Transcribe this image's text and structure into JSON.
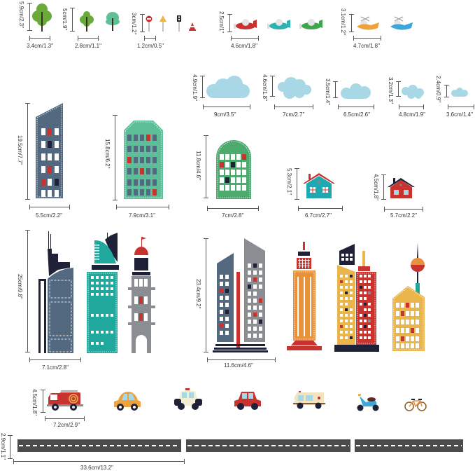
{
  "title": "City wall decal sticker set with dimensions",
  "groups": {
    "trees": {
      "height_label": "5.9cm/2.3''",
      "width_label": "3.4cm/1.3''"
    },
    "small_trees": {
      "height_label": "5cm/1.9''",
      "width_label": "2.8cm/1.1''"
    },
    "signs": {
      "height_label": "3cm/1.2''",
      "width_label": "1.2cm/0.5''"
    },
    "planes": {
      "height_label": "2.5cm/1''",
      "width_label": "4.6cm/1.8''"
    },
    "helicopters": {
      "height_label": "3.1cm/1.2''",
      "width_label": "4.7cm/1.8''"
    },
    "clouds": [
      {
        "height_label": "4.9cm/1.9''",
        "width_label": "9cm/3.5''"
      },
      {
        "height_label": "4.6cm/1.8''",
        "width_label": "7cm/2.7''"
      },
      {
        "height_label": "3.5cm/1.4''",
        "width_label": "6.5cm/2.6''"
      },
      {
        "height_label": "3.2cm/1.3''",
        "width_label": "4.8cm/1.9''"
      },
      {
        "height_label": "2.4cm/0.9''",
        "width_label": "3.6cm/1.4''"
      }
    ],
    "blue_building": {
      "height_label": "19.5cm/7.7''",
      "width_label": "5.5cm/2.2''"
    },
    "teal_building": {
      "height_label": "15.8cm/6.2''",
      "width_label": "7.9cm/3.1''"
    },
    "green_building": {
      "height_label": "11.8cm/4.6''",
      "width_label": "7cm/2.8''"
    },
    "teal_house": {
      "height_label": "5.3cm/2.1''",
      "width_label": "6.7cm/2.7''"
    },
    "red_house": {
      "height_label": "4.5cm/1.8''",
      "width_label": "5.7cm/2.2''"
    },
    "skyscrapers_left": {
      "height_label": "25cm/9.8''",
      "width_label": "7.1cm/2.8''"
    },
    "skyscrapers_right": {
      "height_label": "23.4cm/9.2''",
      "width_label": "11.6cm/4.6''"
    },
    "vehicles": {
      "height_label": "4.5cm/1.8''",
      "width_label": "7.2cm/2.9''"
    },
    "road": {
      "height_label": "2.9cm/1.1''",
      "width_label": "33.6cm/13.2''"
    }
  },
  "colors": {
    "tree_green": "#6aaa3a",
    "tree_teal": "#5fbf95",
    "cloud": "#a8d8e6",
    "slate": "#53697f",
    "teal": "#1fa89b",
    "mint": "#5dbf98",
    "green": "#4daa6e",
    "red": "#c8322f",
    "navy": "#1e2138",
    "orange": "#e8903a",
    "mustard": "#eab54a",
    "grey": "#8a8d92",
    "road": "#4a4b4d"
  }
}
